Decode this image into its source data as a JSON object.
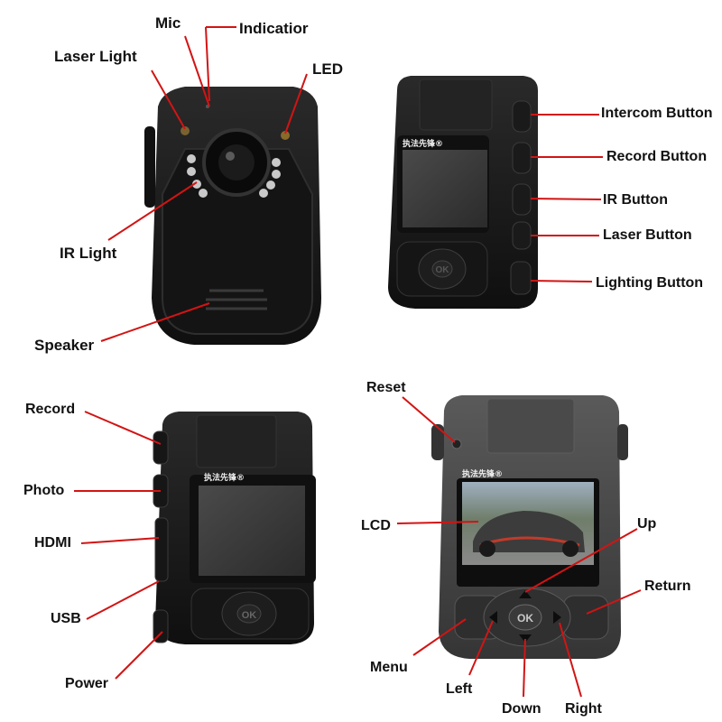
{
  "product": {
    "brand_text": "执法先锋®",
    "ok_text": "OK",
    "pointer_color": "#d21414",
    "body_color": "#1c1c1c"
  },
  "front_view": {
    "labels": {
      "mic": "Mic",
      "indicator": "Indicatior",
      "laser_light": "Laser Light",
      "led": "LED",
      "ir_light": "IR Light",
      "speaker": "Speaker"
    }
  },
  "side_buttons_view": {
    "labels": {
      "intercom_button": "Intercom Button",
      "record_button": "Record Button",
      "ir_button": "IR Button",
      "laser_button": "Laser Button",
      "lighting_button": "Lighting Button"
    }
  },
  "ports_view": {
    "labels": {
      "record": "Record",
      "photo": "Photo",
      "hdmi": "HDMI",
      "usb": "USB",
      "power": "Power"
    }
  },
  "controls_view": {
    "labels": {
      "reset": "Reset",
      "lcd": "LCD",
      "up": "Up",
      "return": "Return",
      "menu": "Menu",
      "left": "Left",
      "down": "Down",
      "right": "Right"
    }
  }
}
